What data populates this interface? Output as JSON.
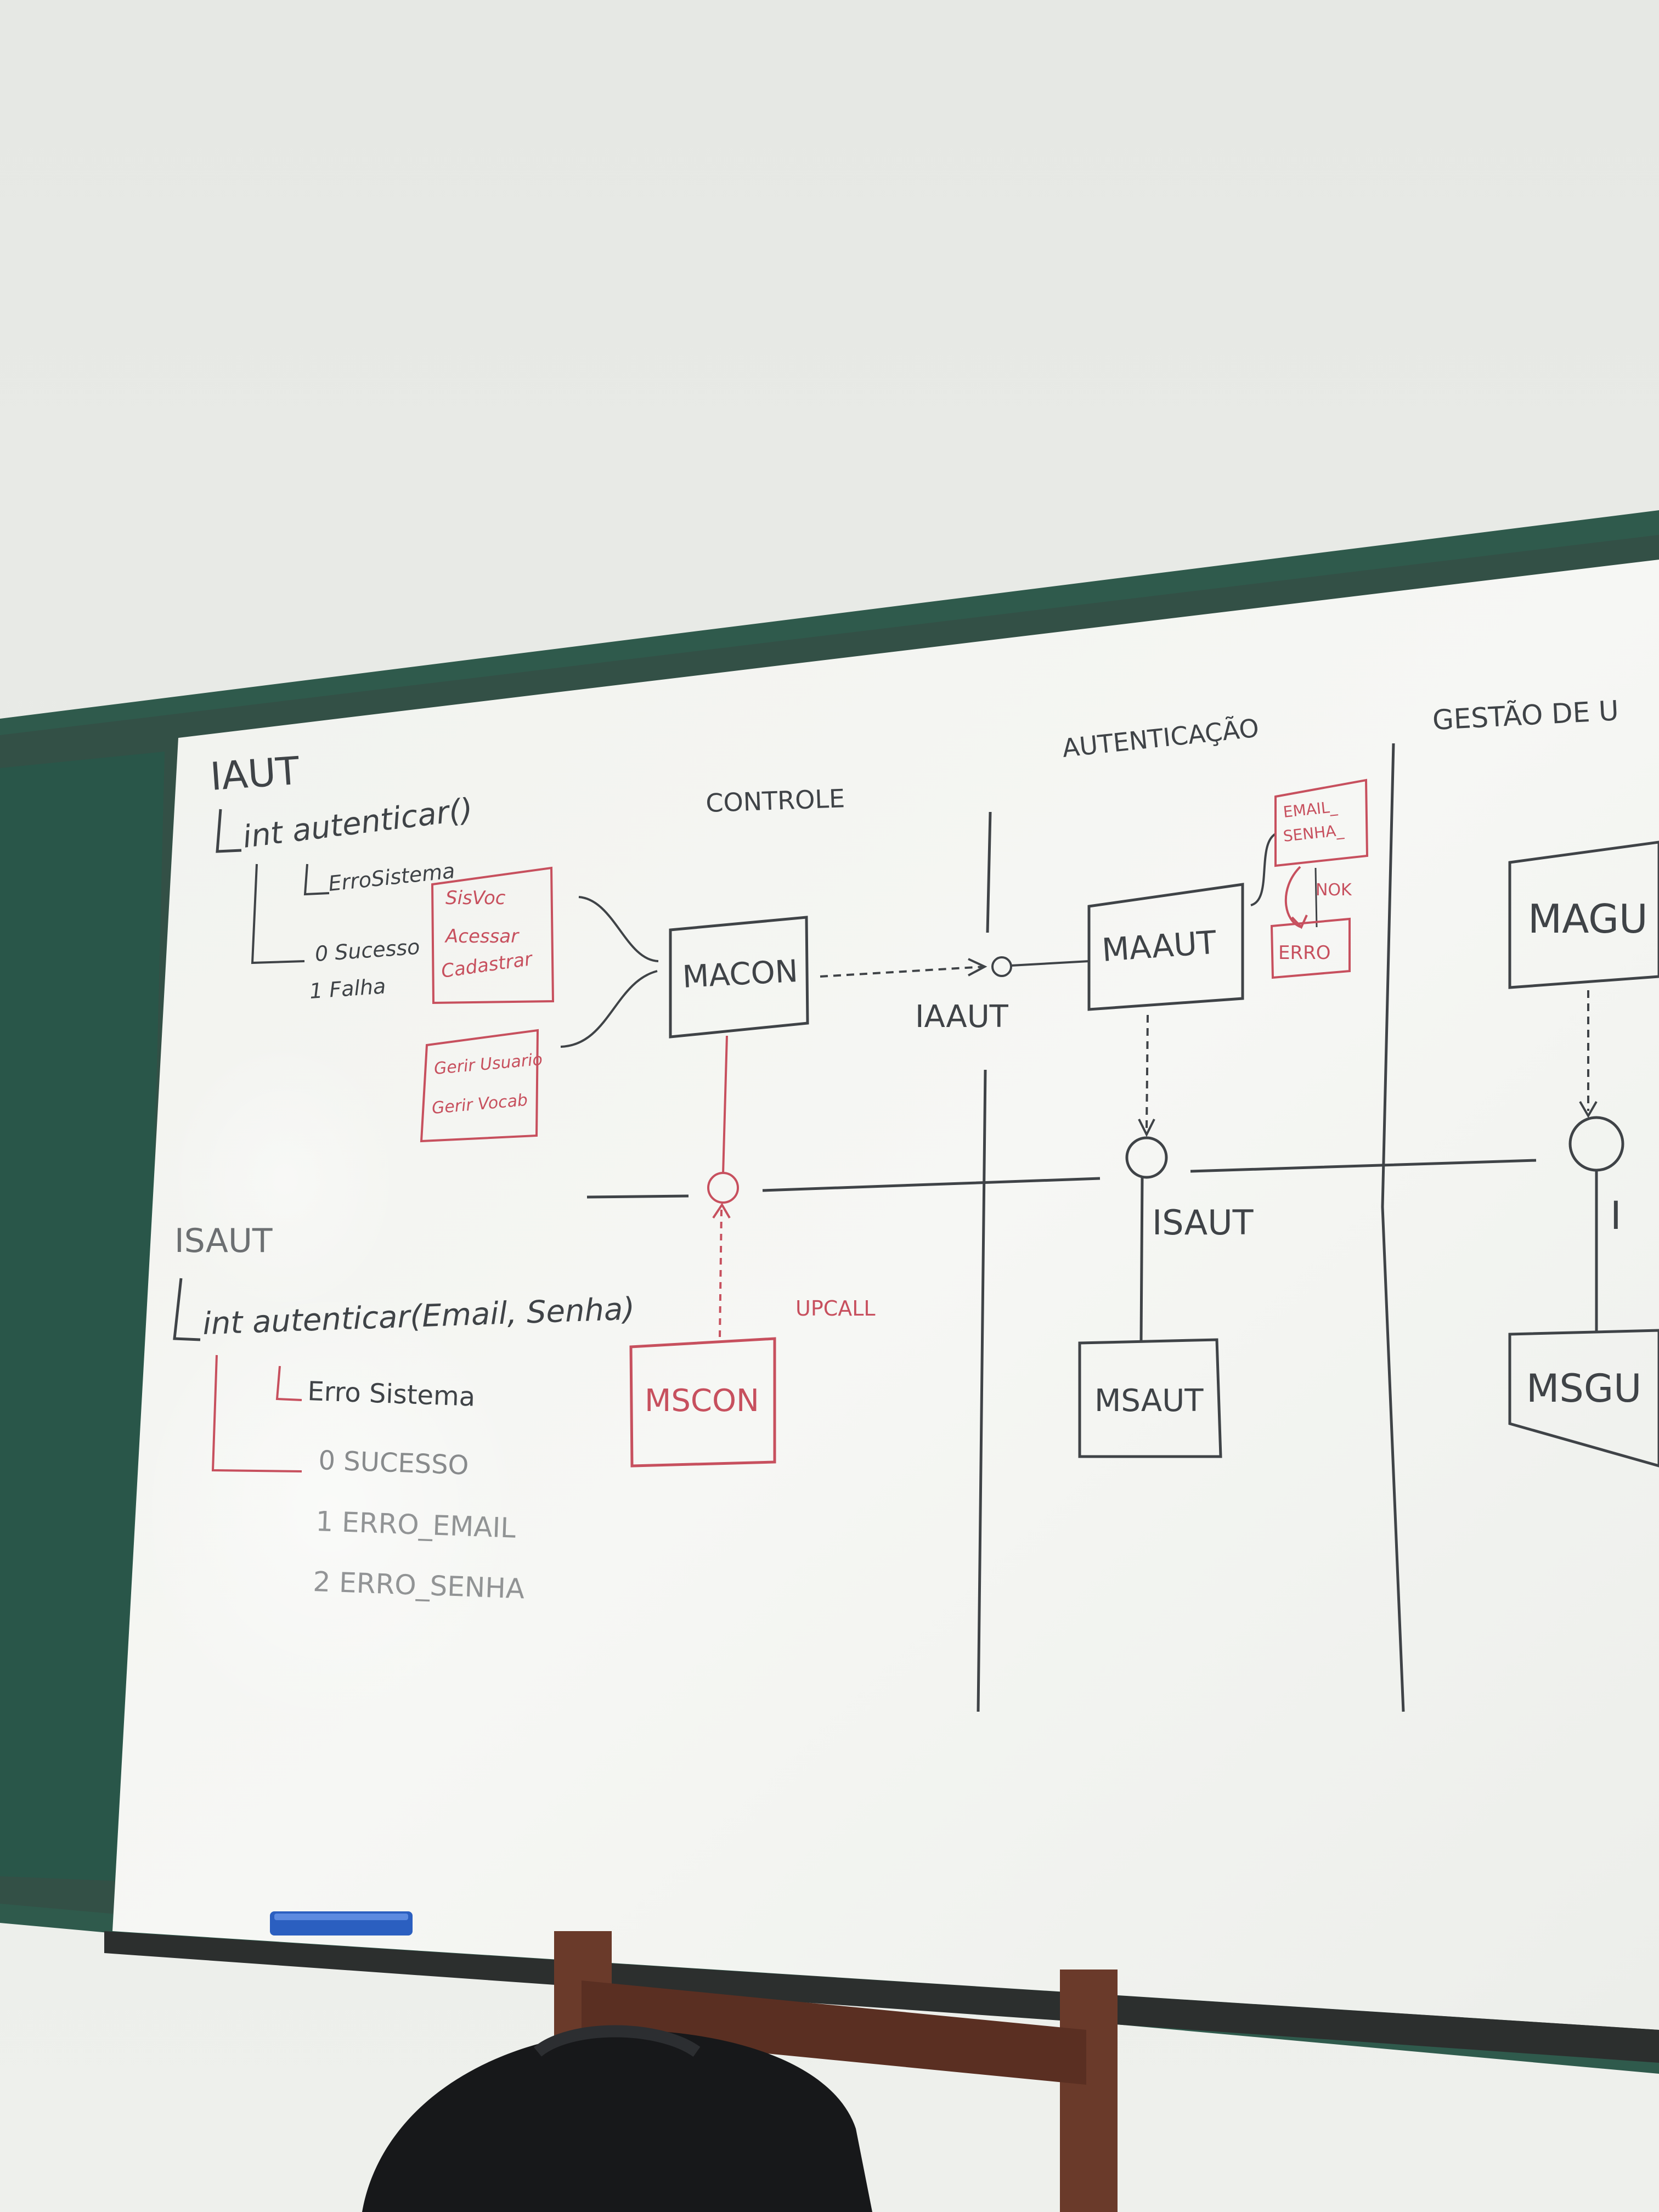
{
  "colors": {
    "wall": "#e9ebe7",
    "frame": "#2f5a4c",
    "board": "#f3f4f0",
    "chalkboard": "#295649",
    "ink": "#3f4347",
    "red": "#c7505e",
    "chair": "#6a3a2a",
    "bag": "#17181a",
    "eraser": "#2b5fc0"
  },
  "sections": {
    "controle": "CONTROLE",
    "autenticacao": "AUTENTICAÇÃO",
    "gestao": "GESTÃO DE U"
  },
  "left_notes": {
    "iaut": {
      "title": "IAUT",
      "signature": "int autenticar()",
      "error": "ErroSistema",
      "codes": [
        "0 Sucesso",
        "1 Falha"
      ]
    },
    "isaut": {
      "title": "ISAUT",
      "signature": "int autenticar(Email, Senha)",
      "error": "Erro Sistema",
      "codes": [
        "0  SUCESSO",
        "1  ERRO_EMAIL",
        "2  ERRO_SENHA"
      ]
    }
  },
  "red_boxes": {
    "sisvoc": [
      "SisVoc",
      "Acessar",
      "Cadastrar"
    ],
    "gerir": [
      "Gerir Usuario",
      "Gerir Vocab"
    ],
    "autenticacao_data": [
      "EMAIL_",
      "SENHA_"
    ],
    "nok": "NOK",
    "erro": "ERRO"
  },
  "modules": {
    "macon": "MACON",
    "maaut": "MAAUT",
    "magu": "MAGU",
    "mscon": "MSCON",
    "msaut": "MSAUT",
    "msgu": "MSGU"
  },
  "interfaces": {
    "iaaut": "IAAUT",
    "isaut": "ISAUT",
    "igu": "I"
  },
  "upcall": "UPCALL",
  "icons": [
    "whiteboard",
    "eraser",
    "chair",
    "backpack"
  ]
}
